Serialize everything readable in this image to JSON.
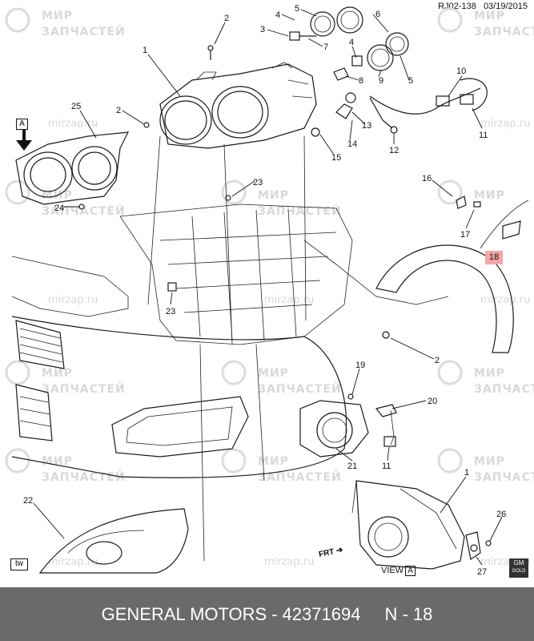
{
  "header": {
    "code": "RJ02-138",
    "date": "03/19/2015"
  },
  "view_marker": {
    "letter": "A"
  },
  "view_label": {
    "text": "VIEW",
    "letter": "A"
  },
  "tw_badge": "tw",
  "gm_badge": {
    "top": "GM",
    "bottom": "GOLD"
  },
  "frt_label": "FRT",
  "highlight_callout": "18",
  "callouts": [
    {
      "id": "c1a",
      "text": "1"
    },
    {
      "id": "c2a",
      "text": "2"
    },
    {
      "id": "c3",
      "text": "3"
    },
    {
      "id": "c4a",
      "text": "4"
    },
    {
      "id": "c5a",
      "text": "5"
    },
    {
      "id": "c6",
      "text": "6"
    },
    {
      "id": "c7",
      "text": "7"
    },
    {
      "id": "c4b",
      "text": "4"
    },
    {
      "id": "c8",
      "text": "8"
    },
    {
      "id": "c9",
      "text": "9"
    },
    {
      "id": "c5b",
      "text": "5"
    },
    {
      "id": "c10",
      "text": "10"
    },
    {
      "id": "c11a",
      "text": "11"
    },
    {
      "id": "c12",
      "text": "12"
    },
    {
      "id": "c13",
      "text": "13"
    },
    {
      "id": "c14",
      "text": "14"
    },
    {
      "id": "c15",
      "text": "15"
    },
    {
      "id": "c25",
      "text": "25"
    },
    {
      "id": "c2b",
      "text": "2"
    },
    {
      "id": "c23a",
      "text": "23"
    },
    {
      "id": "c24",
      "text": "24"
    },
    {
      "id": "c16",
      "text": "16"
    },
    {
      "id": "c17",
      "text": "17"
    },
    {
      "id": "c23b",
      "text": "23"
    },
    {
      "id": "c2c",
      "text": "2"
    },
    {
      "id": "c19",
      "text": "19"
    },
    {
      "id": "c20",
      "text": "20"
    },
    {
      "id": "c21",
      "text": "21"
    },
    {
      "id": "c11b",
      "text": "11"
    },
    {
      "id": "c22",
      "text": "22"
    },
    {
      "id": "c1b",
      "text": "1"
    },
    {
      "id": "c26",
      "text": "26"
    },
    {
      "id": "c27",
      "text": "27"
    }
  ],
  "watermark": {
    "line1": "МИР",
    "line2": "ЗАПЧАСТЕЙ",
    "site": "mirzap.ru"
  },
  "footer": {
    "brand": "GENERAL MOTORS",
    "separator": "-",
    "part_number": "42371694",
    "page": "N - 18"
  }
}
